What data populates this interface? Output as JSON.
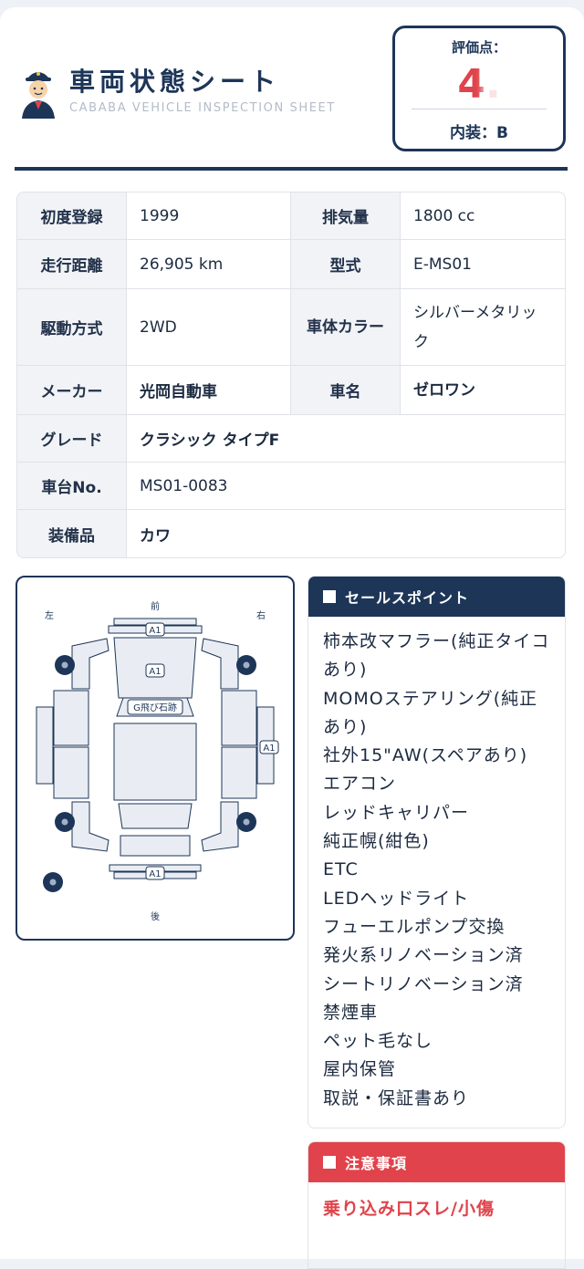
{
  "header": {
    "title": "車両状態シート",
    "subtitle": "CABABA VEHICLE INSPECTION SHEET",
    "mascot_icon": "inspector-mascot-icon"
  },
  "score": {
    "label": "評価点：",
    "value": "4.",
    "interior": "内装：B",
    "accent": "#e0434b"
  },
  "spec": {
    "first_registration": {
      "label": "初度登録",
      "value": "1999"
    },
    "displacement": {
      "label": "排気量",
      "value": "1800 cc"
    },
    "mileage": {
      "label": "走行距離",
      "value": "26,905 km"
    },
    "model": {
      "label": "型式",
      "value": "E-MS01"
    },
    "drive": {
      "label": "駆動方式",
      "value": "2WD"
    },
    "color": {
      "label": "車体カラー",
      "value": "シルバーメタリック"
    },
    "maker": {
      "label": "メーカー",
      "value": "光岡自動車"
    },
    "car_name": {
      "label": "車名",
      "value": "ゼロワン"
    },
    "grade": {
      "label": "グレード",
      "value": "クラシック タイプF"
    },
    "chassis_no": {
      "label": "車台No.",
      "value": "MS01-0083"
    },
    "equipment": {
      "label": "装備品",
      "value": "カワ"
    }
  },
  "diagram": {
    "front": "前",
    "rear": "後",
    "left": "左",
    "right": "右",
    "marks": [
      "A1",
      "A1",
      "G飛び石跡",
      "A1",
      "A1"
    ]
  },
  "sales": {
    "heading": "セールスポイント",
    "items": [
      "柿本改マフラー(純正タイコあり)",
      "MOMOステアリング(純正あり)",
      "社外15\"AW(スペアあり)",
      "エアコン",
      "レッドキャリパー",
      "純正幌(紺色)",
      "ETC",
      "LEDヘッドライト",
      "フューエルポンプ交換",
      "発火系リノベーション済",
      "シートリノベーション済",
      "禁煙車",
      "ペット毛なし",
      "屋内保管",
      "取説・保証書あり"
    ]
  },
  "notes": {
    "heading": "注意事項",
    "items": [
      "乗り込み口スレ/小傷"
    ]
  },
  "colors": {
    "navy": "#1d3557",
    "red": "#e0434b"
  }
}
